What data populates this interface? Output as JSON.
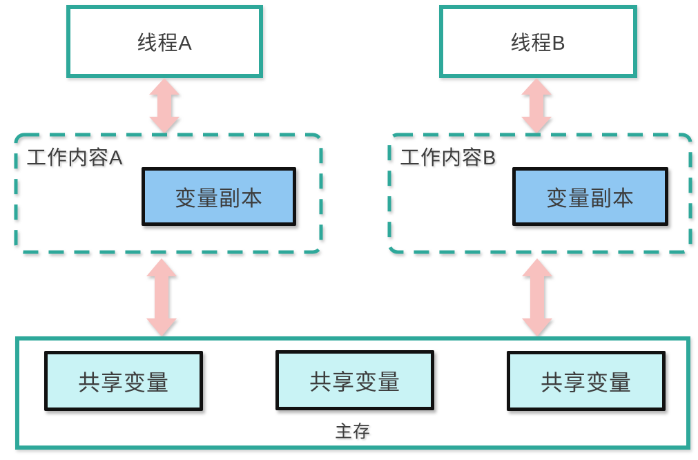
{
  "colors": {
    "teal_border": "#2ea89a",
    "arrow_pink": "#f8c1bf",
    "variable_copy_fill": "#8fc7f2",
    "shared_variable_fill": "#c9f3f5",
    "inner_box_border": "#111111",
    "text": "#3d3d3d",
    "background": "#ffffff"
  },
  "threads": [
    {
      "label": "线程A"
    },
    {
      "label": "线程B"
    }
  ],
  "working_memories": [
    {
      "label": "工作内容A",
      "variable_copy_label": "变量副本"
    },
    {
      "label": "工作内容B",
      "variable_copy_label": "变量副本"
    }
  ],
  "main_memory": {
    "label": "主存",
    "shared_variables": [
      {
        "label": "共享变量"
      },
      {
        "label": "共享变量"
      },
      {
        "label": "共享变量"
      }
    ]
  },
  "icons": {
    "double_arrow": "double-headed-vertical-arrow"
  }
}
